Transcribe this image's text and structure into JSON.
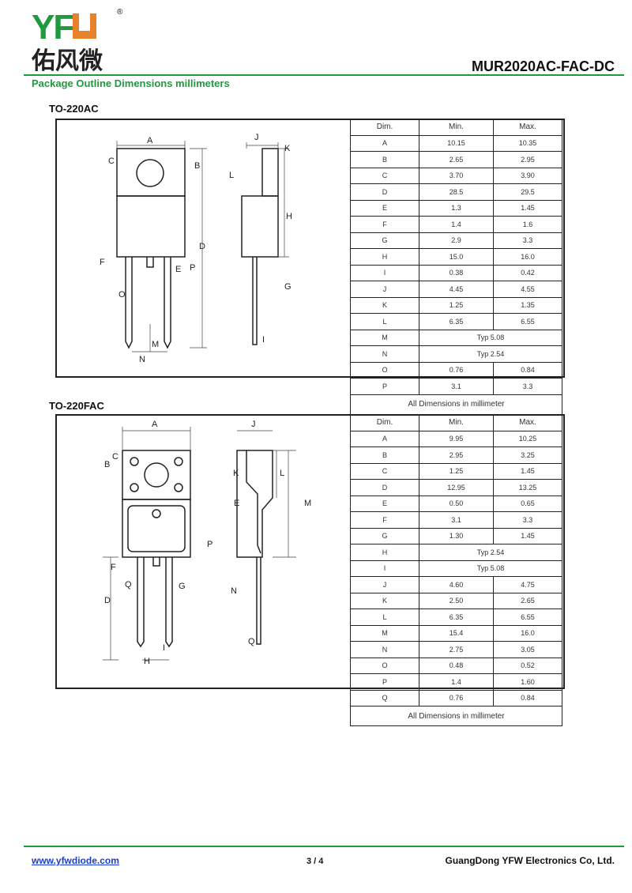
{
  "header": {
    "logo_latin": "YF",
    "logo_cn": "佑风微",
    "registered": "®",
    "part_number": "MUR2020AC-FAC-DC",
    "subtitle": "Package Outline Dimensions millimeters"
  },
  "colors": {
    "brand_green": "#1f9a3e",
    "brand_orange": "#e8822a"
  },
  "to220ac": {
    "title": "TO-220AC",
    "headers": [
      "Dim.",
      "Min.",
      "Max."
    ],
    "rows": [
      [
        "A",
        "10.15",
        "10.35"
      ],
      [
        "B",
        "2.65",
        "2.95"
      ],
      [
        "C",
        "3.70",
        "3.90"
      ],
      [
        "D",
        "28.5",
        "29.5"
      ],
      [
        "E",
        "1.3",
        "1.45"
      ],
      [
        "F",
        "1.4",
        "1.6"
      ],
      [
        "G",
        "2.9",
        "3.3"
      ],
      [
        "H",
        "15.0",
        "16.0"
      ],
      [
        "I",
        "0.38",
        "0.42"
      ],
      [
        "J",
        "4.45",
        "4.55"
      ],
      [
        "K",
        "1.25",
        "1.35"
      ],
      [
        "L",
        "6.35",
        "6.55"
      ],
      [
        "M",
        "Typ 5.08"
      ],
      [
        "N",
        "Typ 2.54"
      ],
      [
        "O",
        "0.76",
        "0.84"
      ],
      [
        "P",
        "3.1",
        "3.3"
      ]
    ],
    "footer": "All Dimensions in millimeter",
    "labels": [
      "A",
      "B",
      "C",
      "D",
      "E",
      "F",
      "G",
      "H",
      "I",
      "J",
      "K",
      "L",
      "M",
      "N",
      "O",
      "P"
    ]
  },
  "to220fac": {
    "title": "TO-220FAC",
    "headers": [
      "Dim.",
      "Min.",
      "Max."
    ],
    "rows": [
      [
        "A",
        "9.95",
        "10.25"
      ],
      [
        "B",
        "2.95",
        "3.25"
      ],
      [
        "C",
        "1.25",
        "1.45"
      ],
      [
        "D",
        "12.95",
        "13.25"
      ],
      [
        "E",
        "0.50",
        "0.65"
      ],
      [
        "F",
        "3.1",
        "3.3"
      ],
      [
        "G",
        "1.30",
        "1.45"
      ],
      [
        "H",
        "Typ 2.54"
      ],
      [
        "I",
        "Typ 5.08"
      ],
      [
        "J",
        "4.60",
        "4.75"
      ],
      [
        "K",
        "2.50",
        "2.65"
      ],
      [
        "L",
        "6.35",
        "6.55"
      ],
      [
        "M",
        "15.4",
        "16.0"
      ],
      [
        "N",
        "2.75",
        "3.05"
      ],
      [
        "O",
        "0.48",
        "0.52"
      ],
      [
        "P",
        "1.4",
        "1.60"
      ],
      [
        "Q",
        "0.76",
        "0.84"
      ]
    ],
    "footer": "All Dimensions in millimeter",
    "labels": [
      "A",
      "B",
      "C",
      "D",
      "E",
      "F",
      "G",
      "H",
      "I",
      "J",
      "K",
      "L",
      "M",
      "N",
      "P",
      "Q",
      "Q"
    ]
  },
  "footer": {
    "website": "www.yfwdiode.com",
    "page": "3 / 4",
    "company": "GuangDong YFW Electronics Co, Ltd."
  }
}
